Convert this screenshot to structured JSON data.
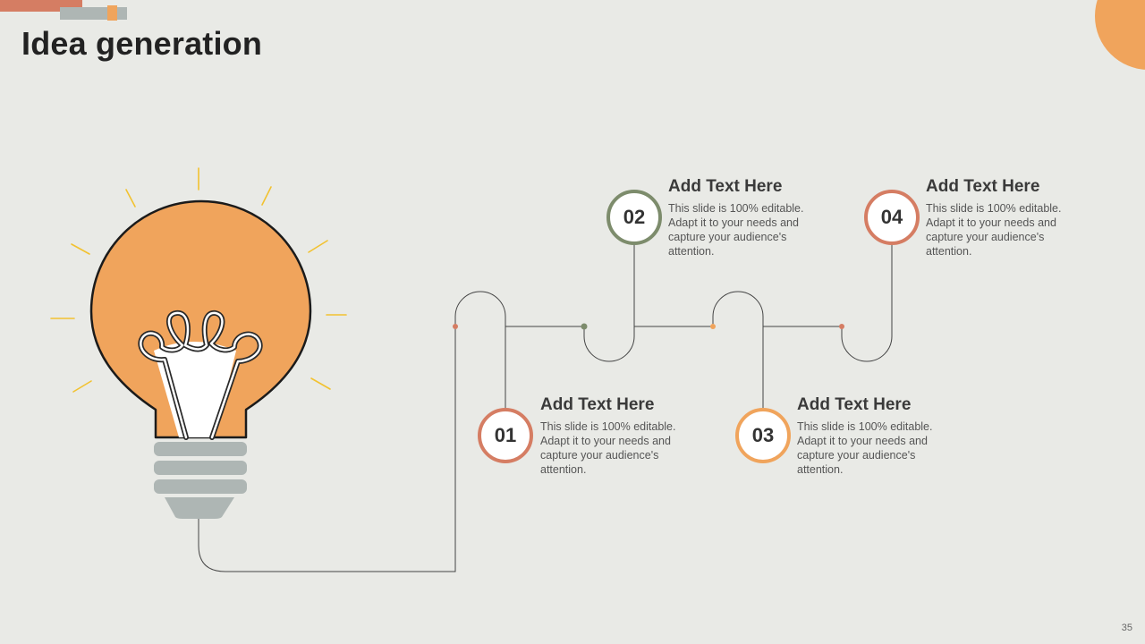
{
  "slide": {
    "title": "Idea generation",
    "page_number": "35"
  },
  "colors": {
    "background": "#e9eae6",
    "accent_orange": "#f0a45c",
    "accent_red": "#d57d63",
    "accent_green": "#7d8c6c",
    "accent_gray": "#aeb6b4",
    "ray_yellow": "#f2c230"
  },
  "steps": [
    {
      "number": "01",
      "title": "Add Text Here",
      "description": "This slide is 100% editable. Adapt it to your needs and capture your audience's attention.",
      "color": "#d57d63"
    },
    {
      "number": "02",
      "title": "Add Text Here",
      "description": "This slide is 100% editable. Adapt it to your needs and capture your audience's attention.",
      "color": "#7d8c6c"
    },
    {
      "number": "03",
      "title": "Add Text Here",
      "description": "This slide is 100% editable. Adapt it to your needs and capture your audience's attention.",
      "color": "#f0a45c"
    },
    {
      "number": "04",
      "title": "Add Text Here",
      "description": "This slide is 100% editable. Adapt it to your needs and capture your audience's attention.",
      "color": "#d57d63"
    }
  ]
}
